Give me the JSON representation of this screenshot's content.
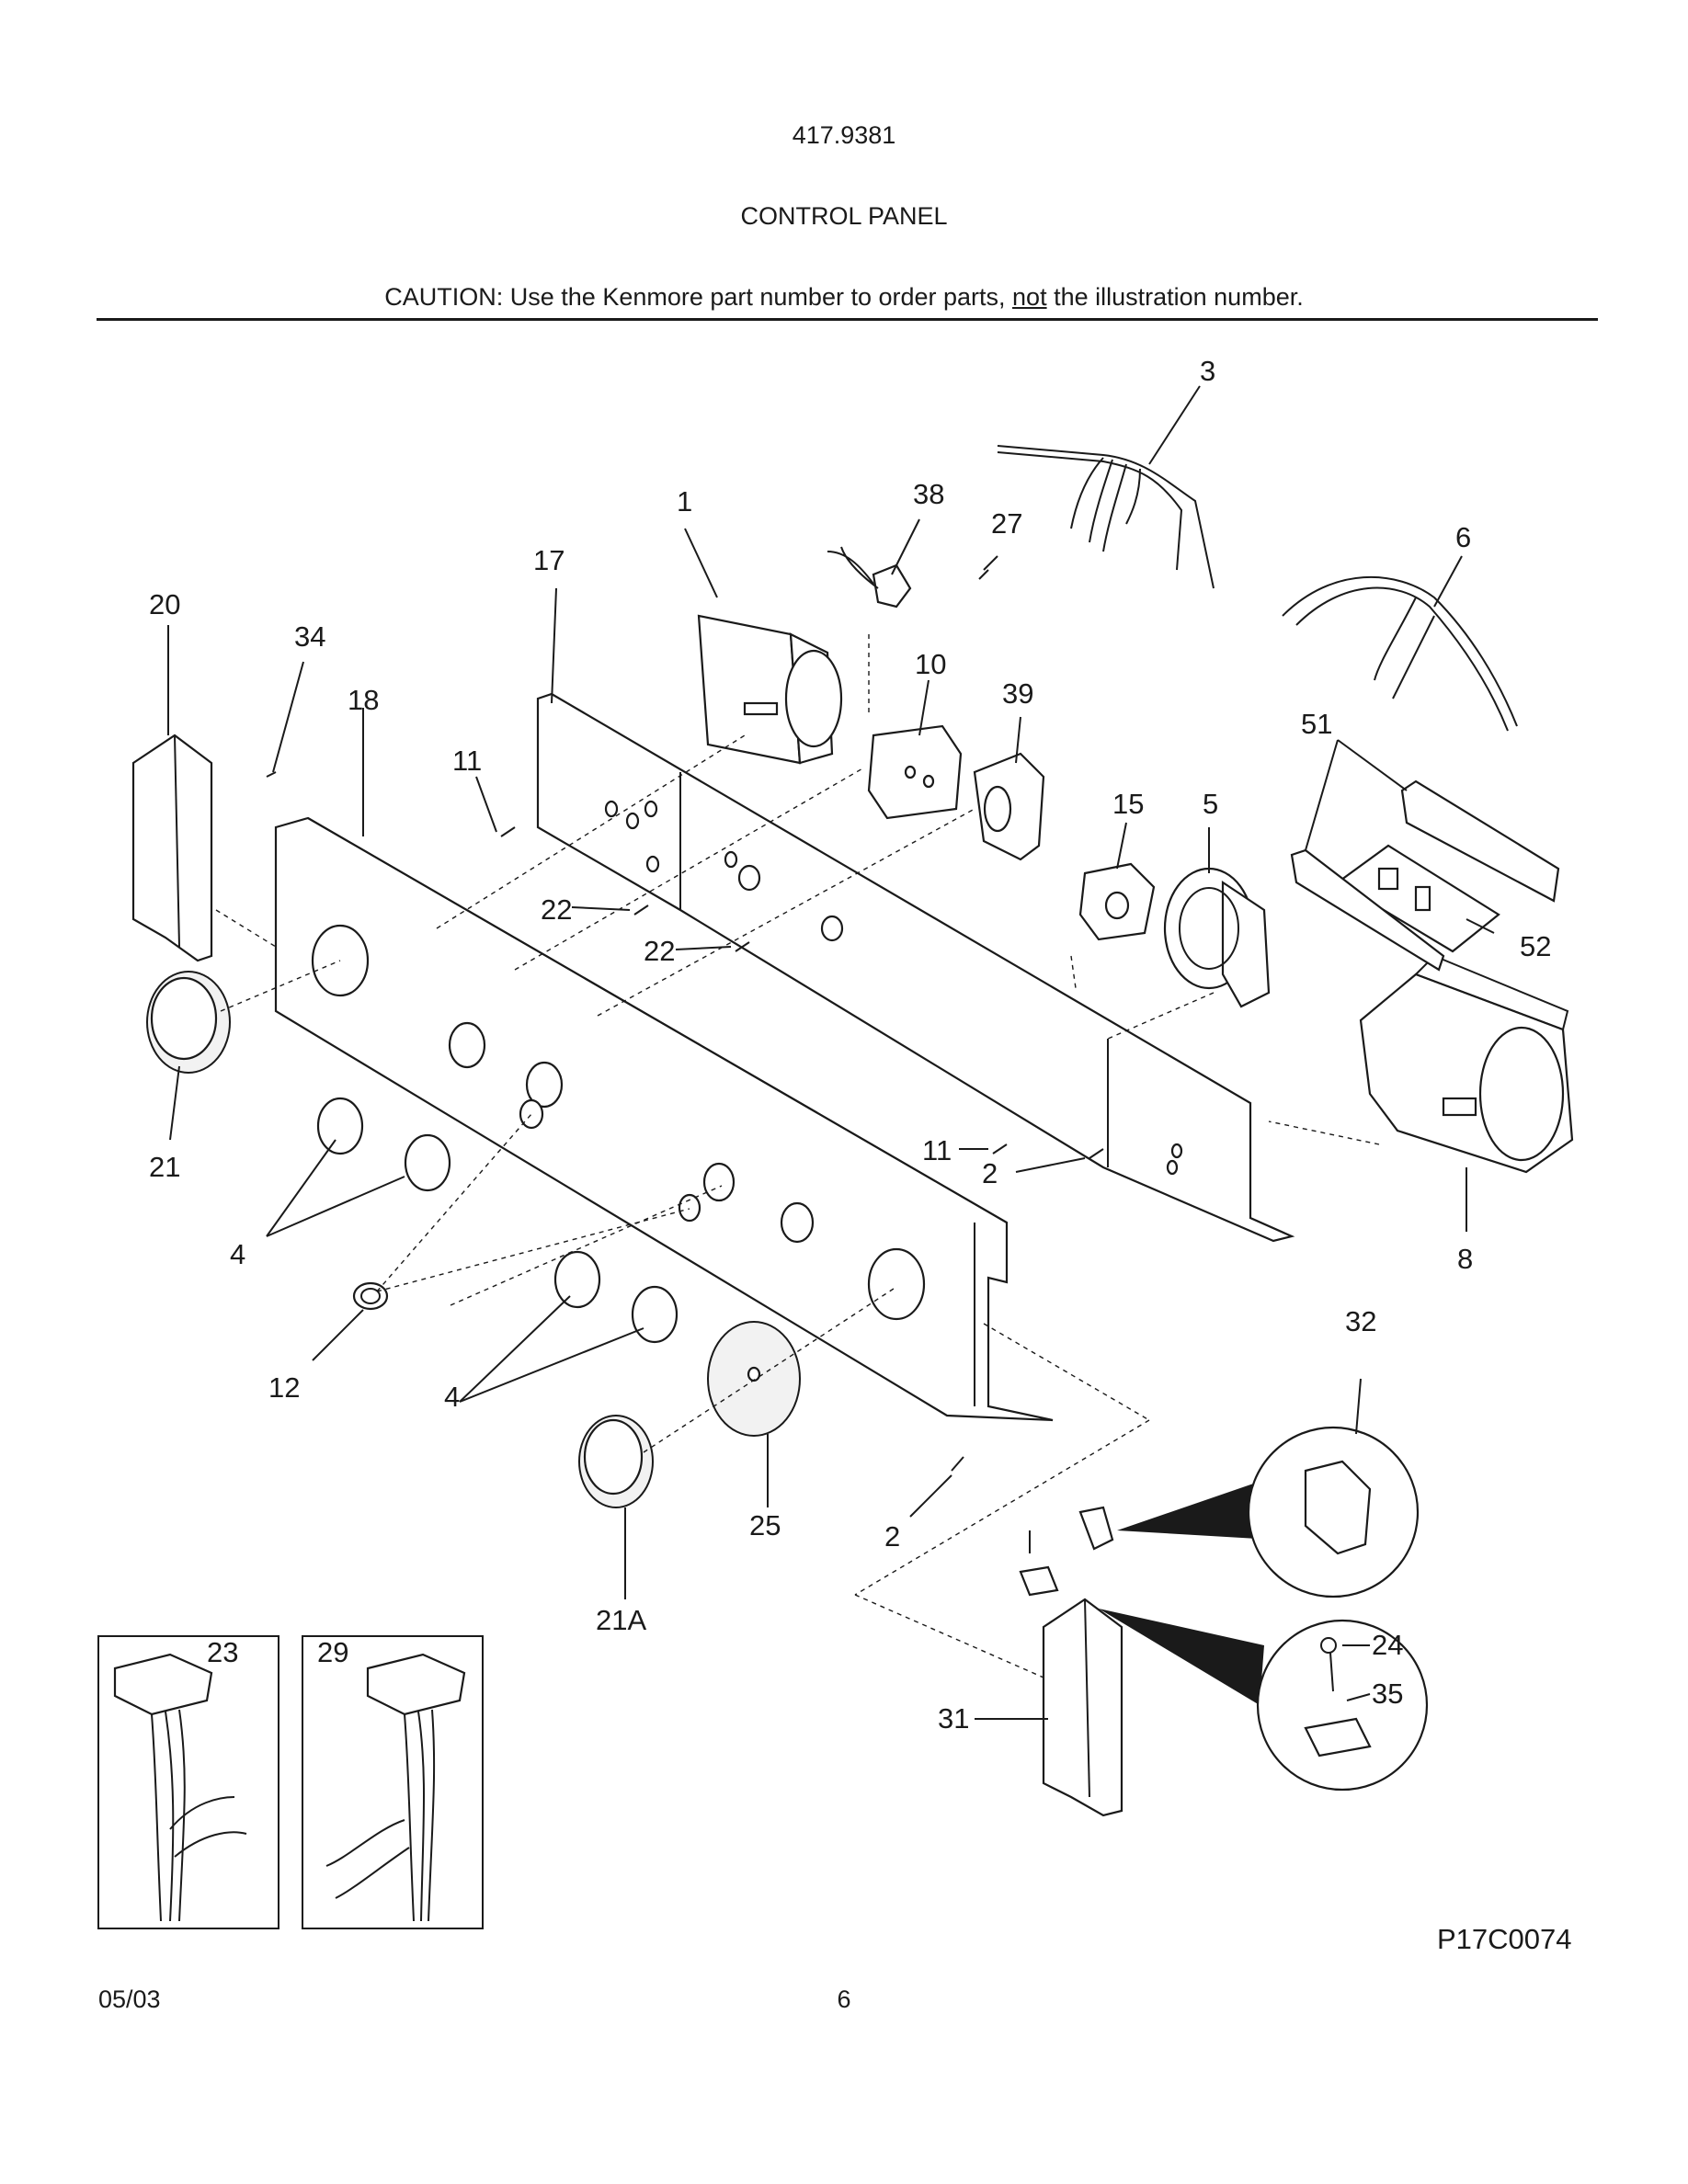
{
  "header": {
    "model": "417.9381",
    "section_title": "CONTROL PANEL",
    "caution_pre": "CAUTION: Use the Kenmore part number to order parts, ",
    "caution_emph": "not",
    "caution_post": " the illustration number."
  },
  "callouts": {
    "c1": "1",
    "c2a": "2",
    "c2b": "2",
    "c3": "3",
    "c4a": "4",
    "c4b": "4",
    "c5": "5",
    "c6": "6",
    "c8": "8",
    "c10": "10",
    "c11a": "11",
    "c11b": "11",
    "c12": "12",
    "c15": "15",
    "c17": "17",
    "c18": "18",
    "c20": "20",
    "c21": "21",
    "c21a": "21A",
    "c22a": "22",
    "c22b": "22",
    "c23": "23",
    "c24": "24",
    "c25": "25",
    "c27": "27",
    "c29": "29",
    "c31": "31",
    "c32": "32",
    "c34": "34",
    "c35": "35",
    "c38": "38",
    "c39": "39",
    "c51": "51",
    "c52": "52"
  },
  "footer": {
    "figure_code": "P17C0074",
    "date": "05/03",
    "page_number": "6"
  }
}
